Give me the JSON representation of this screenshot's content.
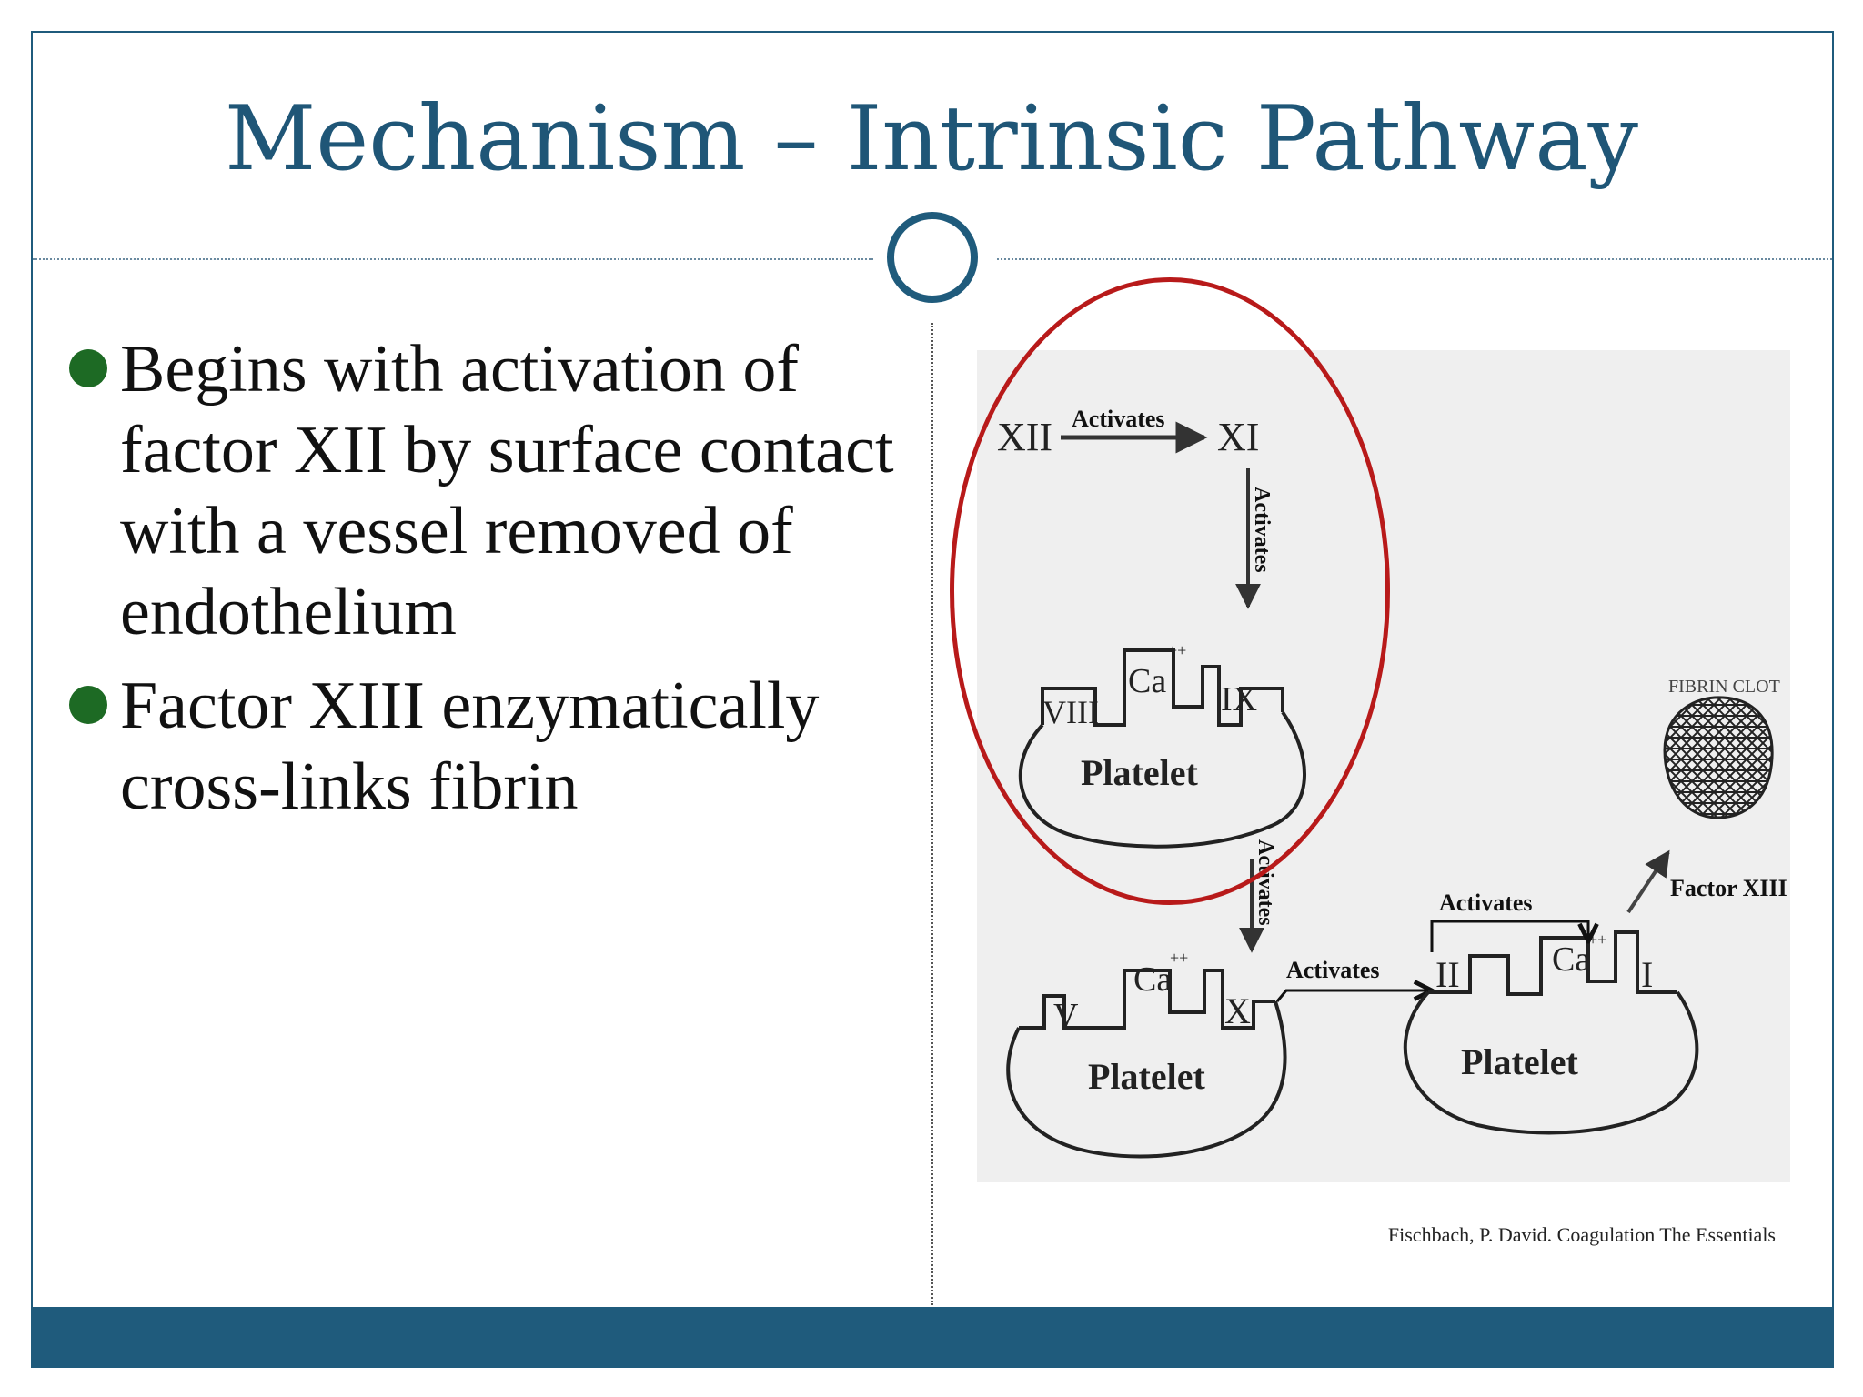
{
  "slide": {
    "title": "Mechanism – Intrinsic Pathway",
    "bullets": [
      "Begins with activation of factor XII by surface contact with a vessel removed of endothelium",
      "Factor XIII enzymatically cross-links fibrin"
    ],
    "caption": "Fischbach, P. David. Coagulation The Essentials",
    "accent_color": "#1f5b7c",
    "bullet_color": "#1d6a24",
    "highlight_color": "#b81a1a"
  },
  "diagram": {
    "factor_xii": "XII",
    "factor_xi": "XI",
    "factor_viii": "VIII",
    "factor_ix": "IX",
    "factor_v": "V",
    "factor_x": "X",
    "factor_ii": "II",
    "factor_i": "I",
    "calcium": "Ca",
    "calcium_charge": "++",
    "platelet": "Platelet",
    "activates": "Activates",
    "fibrin_clot": "FIBRIN CLOT",
    "factor_xiii": "Factor XIII"
  }
}
